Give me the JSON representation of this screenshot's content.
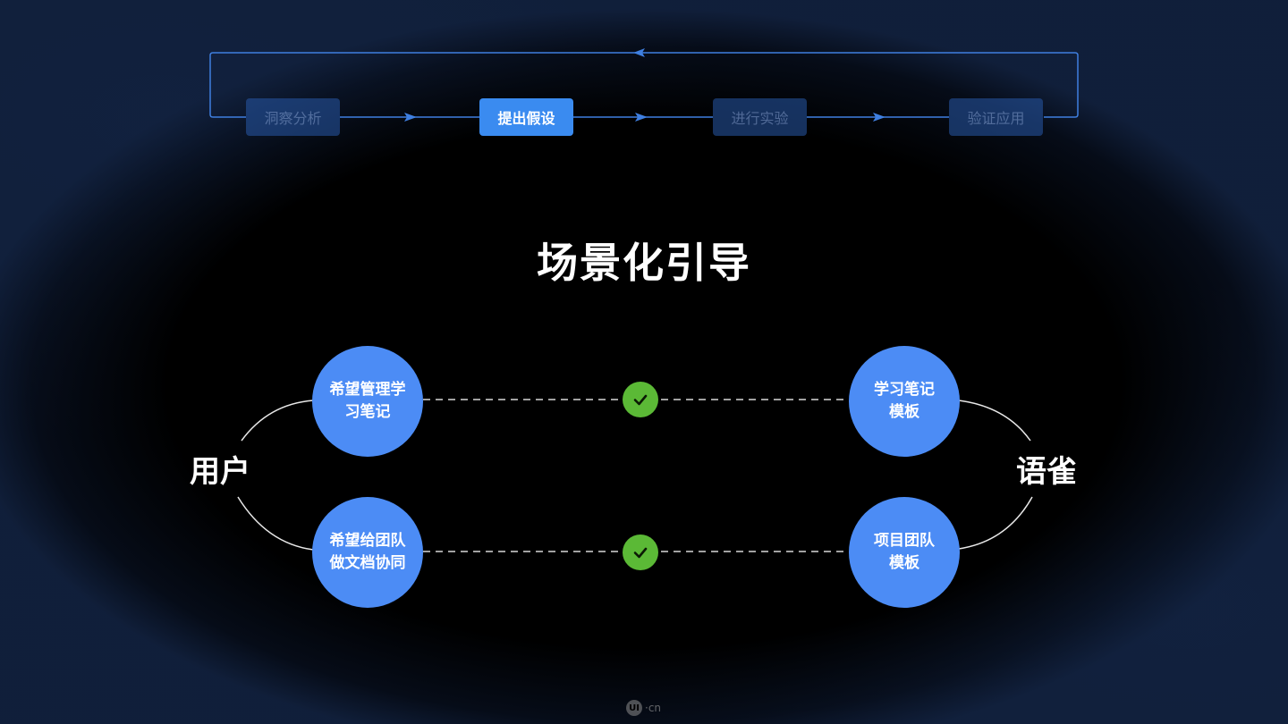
{
  "process": {
    "stages": [
      {
        "label": "洞察分析",
        "active": false
      },
      {
        "label": "提出假设",
        "active": true
      },
      {
        "label": "进行实验",
        "active": false
      },
      {
        "label": "验证应用",
        "active": false
      }
    ]
  },
  "title": "场景化引导",
  "left_label": "用户",
  "right_label": "语雀",
  "rows": [
    {
      "need_line1": "希望管理学",
      "need_line2": "习笔记",
      "match_line1": "学习笔记",
      "match_line2": "模板"
    },
    {
      "need_line1": "希望给团队",
      "need_line2": "做文档协同",
      "match_line1": "项目团队",
      "match_line2": "模板"
    }
  ],
  "watermark": {
    "logo": "UI",
    "text": "·cn"
  },
  "colors": {
    "accent": "#3a8bf0",
    "circle": "#4c8cf5",
    "check": "#5bb936",
    "background": "#000000"
  }
}
